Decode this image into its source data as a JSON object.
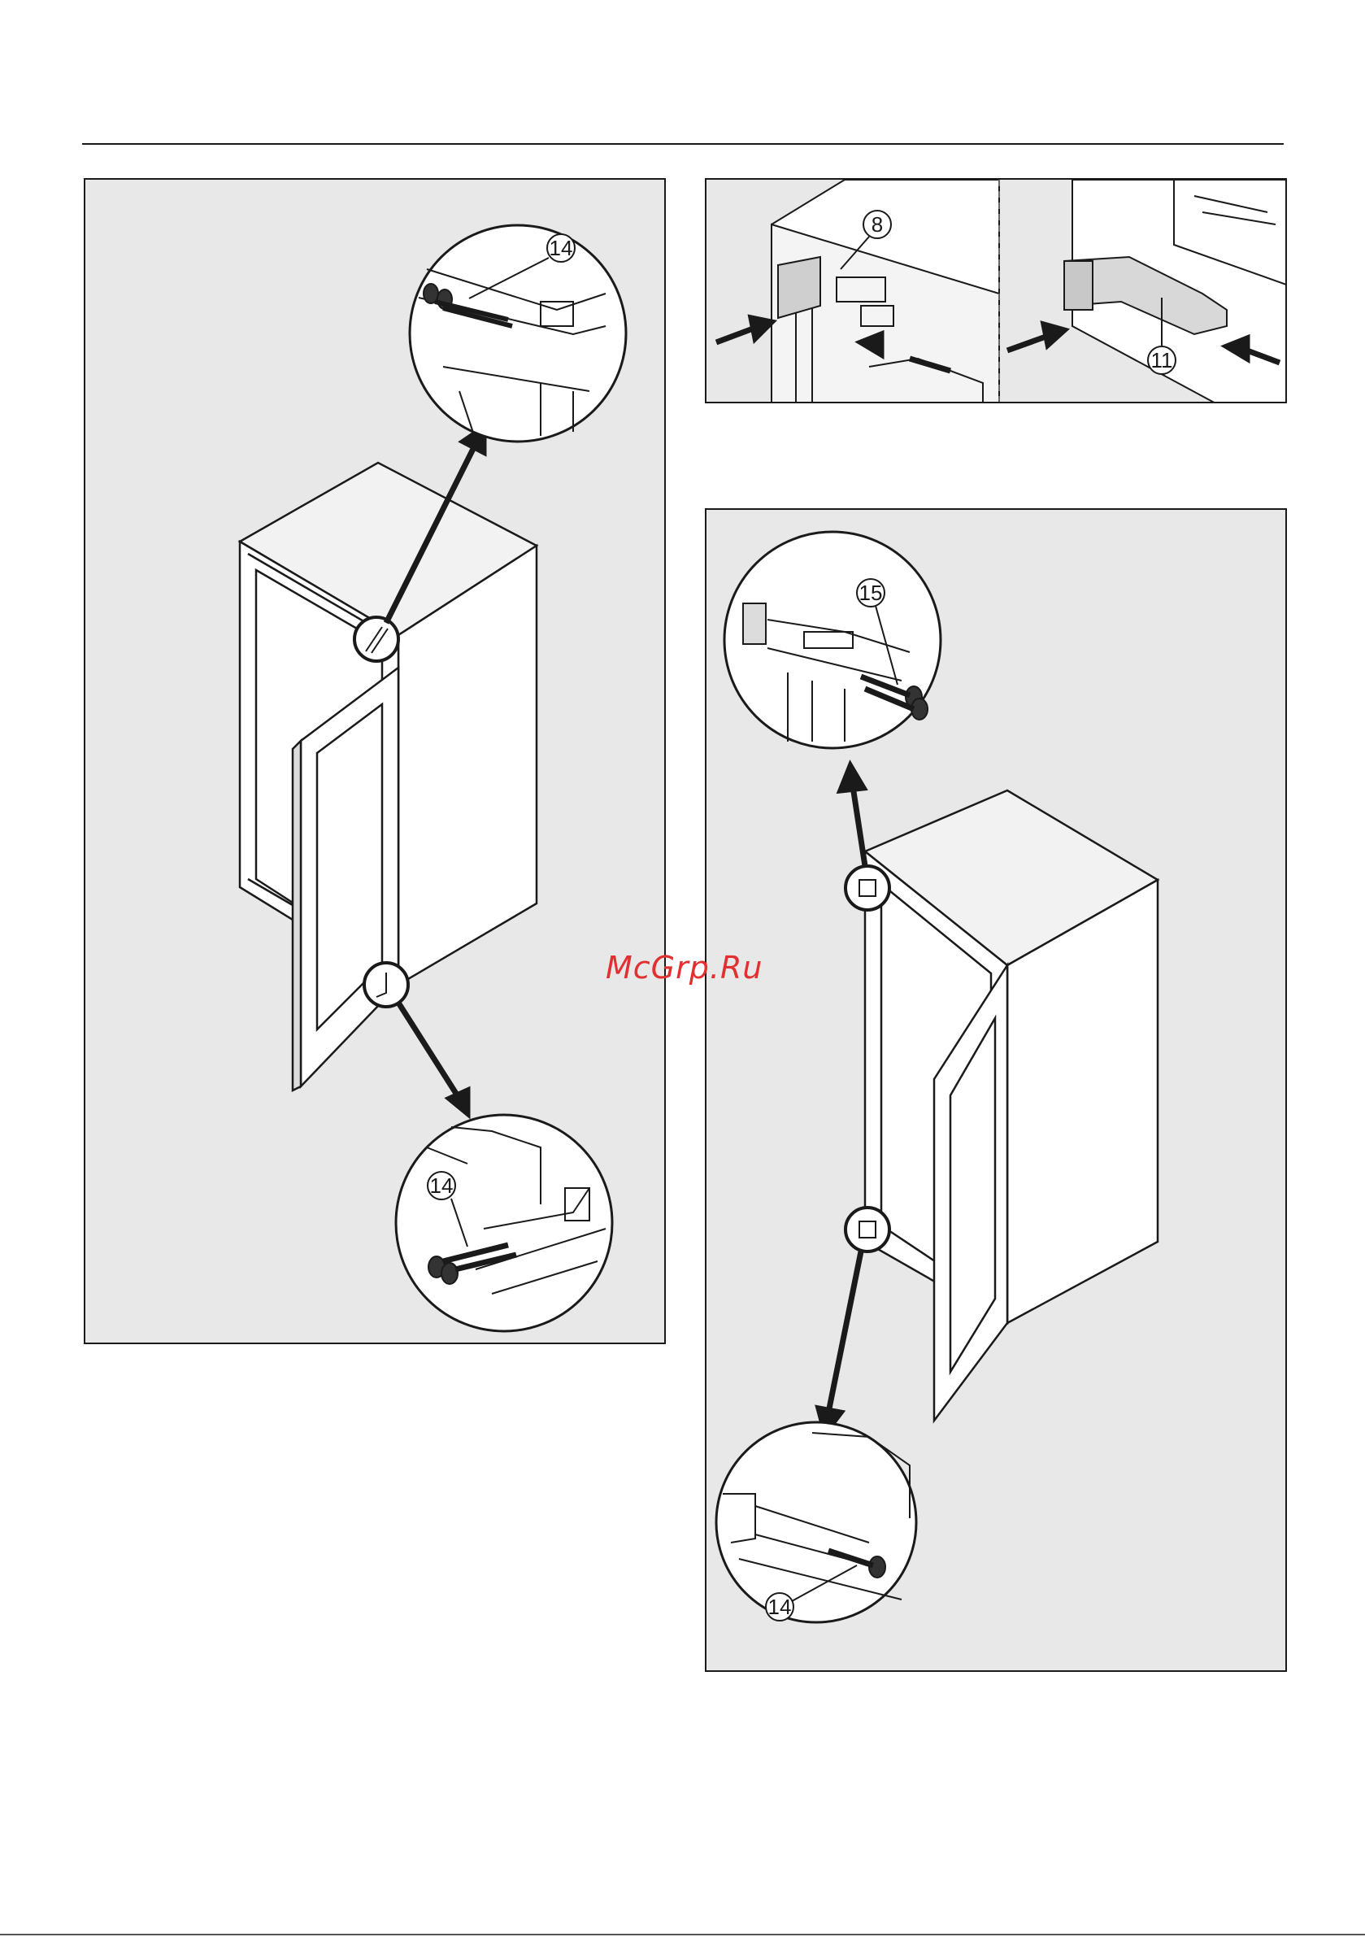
{
  "watermark": "McGrp.Ru",
  "panels": {
    "left": {
      "callout_top": "14",
      "callout_bottom": "14"
    },
    "top_right": {
      "callout_clip": "8",
      "callout_bracket": "11"
    },
    "bottom_right": {
      "callout_top": "15",
      "callout_bottom": "14"
    }
  },
  "colors": {
    "panel_bg": "#e8e8e8",
    "line": "#1a1a1a",
    "watermark": "#e03030"
  }
}
